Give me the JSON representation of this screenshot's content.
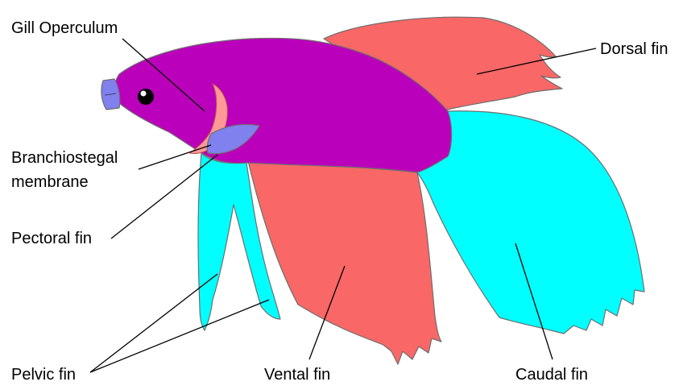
{
  "colors": {
    "body": "#bb00bb",
    "dorsal_fin": "#f96767",
    "ventral_fin": "#f96767",
    "caudal_fin": "#00ffff",
    "pectoral_fin": "#00ffff",
    "pelvic_fin": "#00ffff",
    "gill_membrane": "#8080ee",
    "gill_operculum_edge": "#ff9999",
    "mouth": "#8080ee",
    "eye": "#000000",
    "outline": "#6e6e6e"
  },
  "labels": {
    "gill_operculum": "Gill Operculum",
    "dorsal_fin": "Dorsal fin",
    "branchiostegal_line1": "Branchiostegal",
    "branchiostegal_line2": "membrane",
    "pectoral_fin": "Pectoral fin",
    "pelvic_fin": "Pelvic fin",
    "ventral_fin": "Vental fin",
    "caudal_fin": "Caudal fin"
  }
}
